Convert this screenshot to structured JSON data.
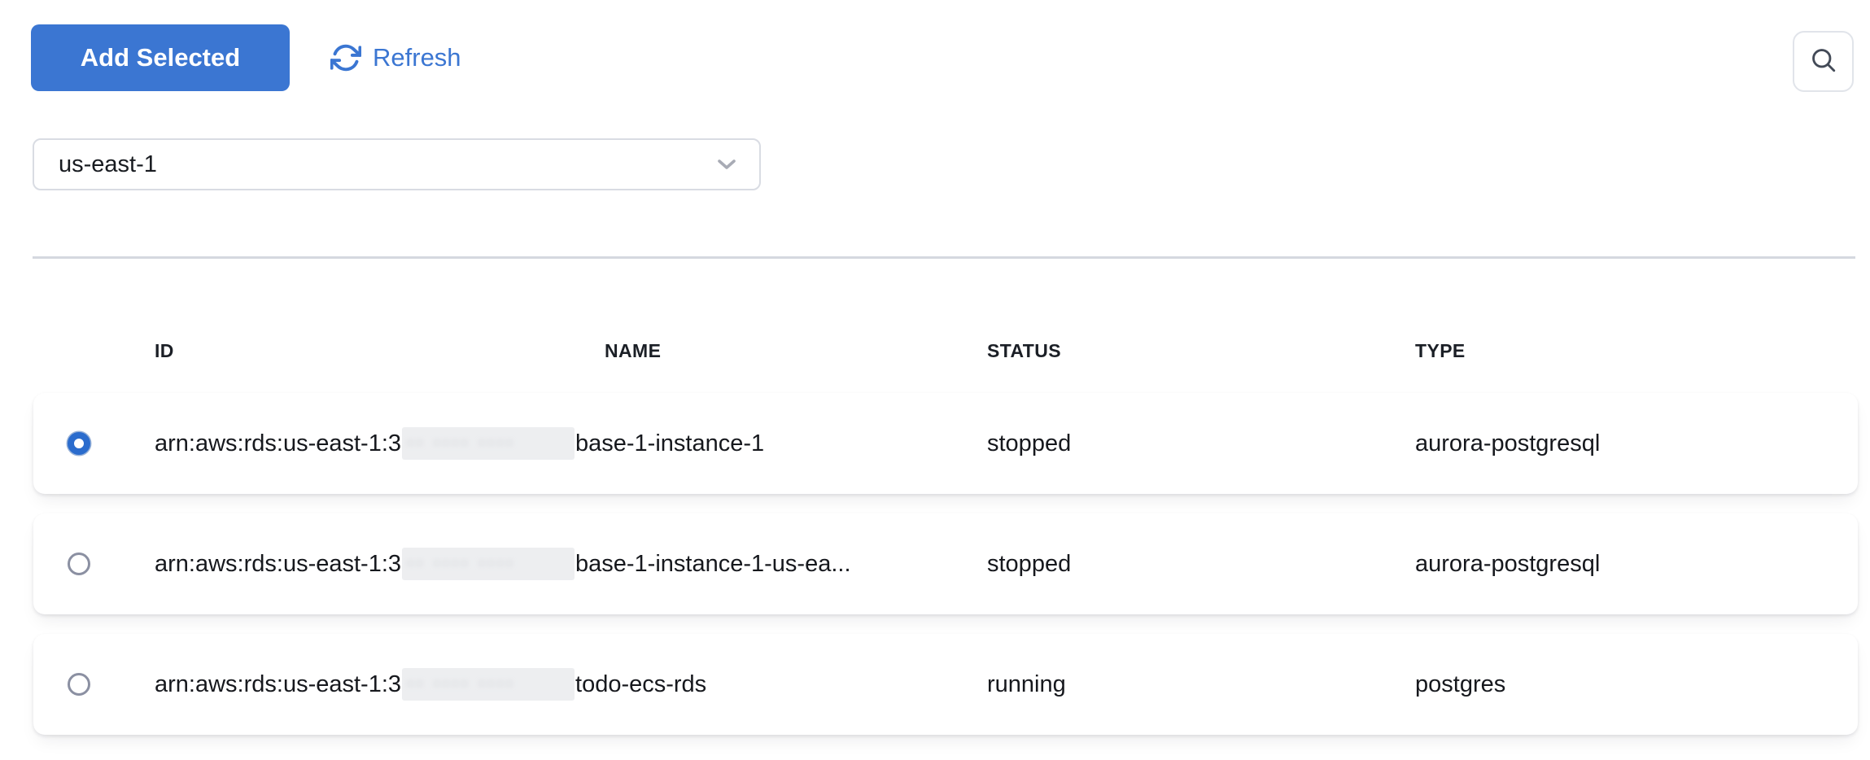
{
  "toolbar": {
    "add_selected": "Add Selected",
    "refresh": "Refresh"
  },
  "region_select": {
    "value": "us-east-1"
  },
  "table": {
    "columns": {
      "id": "ID",
      "name": "NAME",
      "status": "STATUS",
      "type": "TYPE"
    },
    "rows": [
      {
        "selected": true,
        "id_prefix": "arn:aws:rds:us-east-1:3",
        "id_redacted": true,
        "id_suffix": "base-1-instance-1",
        "status": "stopped",
        "type": "aurora-postgresql"
      },
      {
        "selected": false,
        "id_prefix": "arn:aws:rds:us-east-1:3",
        "id_redacted": true,
        "id_suffix": "base-1-instance-1-us-ea...",
        "status": "stopped",
        "type": "aurora-postgresql"
      },
      {
        "selected": false,
        "id_prefix": "arn:aws:rds:us-east-1:3",
        "id_redacted": true,
        "id_suffix": "todo-ecs-rds",
        "status": "running",
        "type": "postgres"
      }
    ]
  },
  "redaction_hint": "·· ···· ····",
  "colors": {
    "accent_blue": "#3b76d2",
    "radio_selected_blue": "#2b6ccd",
    "divider_gray": "#d5d8df",
    "border_gray": "#d9dce3",
    "text_dark": "#16181d"
  }
}
